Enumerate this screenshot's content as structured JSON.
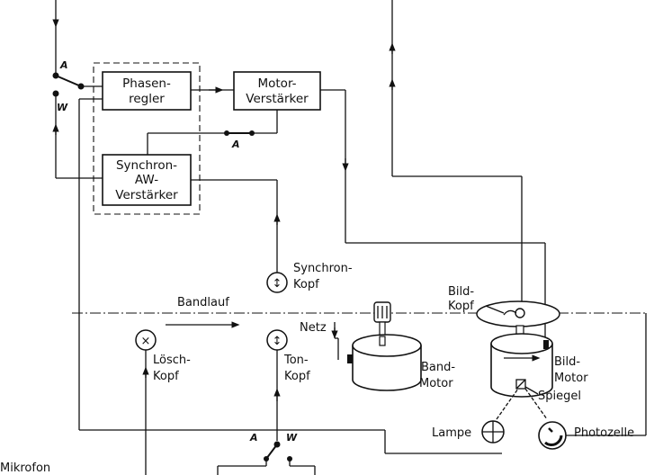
{
  "blocks": {
    "phasenregler": [
      "Phasen-",
      "regler"
    ],
    "motor_verstaerker": [
      "Motor-",
      "Verstärker"
    ],
    "synchron_aw_verstaerker": [
      "Synchron-",
      "AW-",
      "Verstärker"
    ]
  },
  "switches": {
    "a_top": "A",
    "w_top": "W",
    "a_mid": "A",
    "a_bottom": "A",
    "w_bottom": "W"
  },
  "heads": {
    "synchron_kopf": [
      "Synchron-",
      "Kopf"
    ],
    "loesch_kopf": [
      "Lösch-",
      "Kopf"
    ],
    "ton_kopf": [
      "Ton-",
      "Kopf"
    ],
    "loesch_symbol": "×",
    "synchron_symbol": "↕",
    "ton_symbol": "↕"
  },
  "labels": {
    "bandlauf": "Bandlauf",
    "netz": "Netz",
    "band_motor": [
      "Band-",
      "Motor"
    ],
    "bild_kopf": [
      "Bild-",
      "Kopf"
    ],
    "bild_motor": [
      "Bild-",
      "Motor"
    ],
    "spiegel": "Spiegel",
    "lampe": "Lampe",
    "photozelle": "Photozelle",
    "mikrofon": "Mikrofon"
  }
}
